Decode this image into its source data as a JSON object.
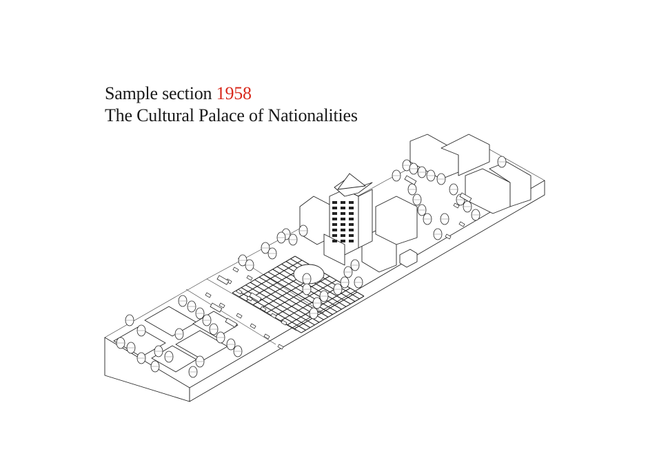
{
  "title": {
    "line1_prefix": "Sample section",
    "line1_year": "1958",
    "line2": "The Cultural Palace of Nationalities"
  },
  "colors": {
    "year_accent": "#d8291c",
    "text": "#1a1a1a",
    "linework": "#222222"
  }
}
